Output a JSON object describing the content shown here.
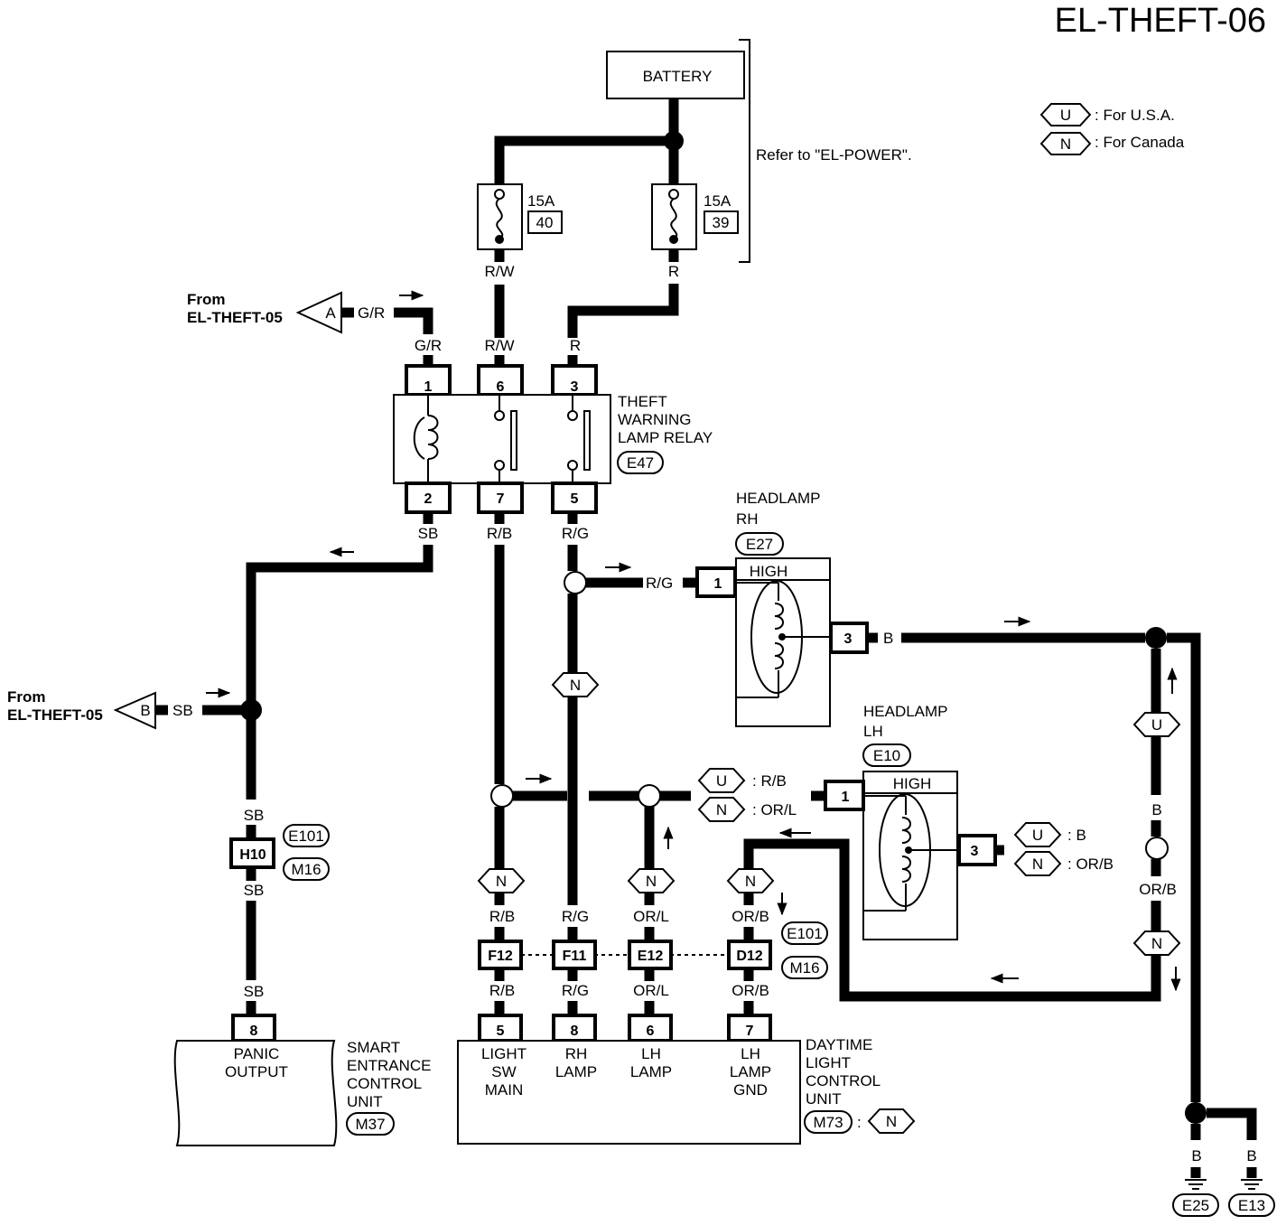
{
  "page_title": "EL-THEFT-06",
  "legend": [
    {
      "code": "U",
      "text": ": For U.S.A."
    },
    {
      "code": "N",
      "text": ": For Canada"
    }
  ],
  "battery": {
    "label": "BATTERY",
    "refer_note": "Refer to \"EL-POWER\".",
    "fuses": [
      {
        "rating": "15A",
        "number": "40",
        "wire": "R/W"
      },
      {
        "rating": "15A",
        "number": "39",
        "wire": "R"
      }
    ]
  },
  "from_a": {
    "line1": "From",
    "line2": "EL-THEFT-05",
    "connector": "A",
    "wire": "G/R"
  },
  "from_b": {
    "line1": "From",
    "line2": "EL-THEFT-05",
    "connector": "B",
    "wire": "SB"
  },
  "relay": {
    "lines": [
      "THEFT",
      "WARNING",
      "LAMP RELAY"
    ],
    "connector": "E47",
    "top_pins": [
      "1",
      "6",
      "3"
    ],
    "top_wires": [
      "G/R",
      "R/W",
      "R"
    ],
    "bottom_pins": [
      "2",
      "7",
      "5"
    ],
    "bottom_wires": [
      "SB",
      "R/B",
      "R/G"
    ]
  },
  "headlamp_rh": {
    "lines": [
      "HEADLAMP",
      "RH"
    ],
    "connector": "E27",
    "beam": "HIGH",
    "pin_in": "1",
    "pin_out": "3",
    "wire_in": "R/G",
    "wire_out": "B"
  },
  "headlamp_lh": {
    "lines": [
      "HEADLAMP",
      "LH"
    ],
    "connector": "E10",
    "beam": "HIGH",
    "pin_in": "1",
    "pin_out": "3",
    "usa_in": ": R/B",
    "can_in": ": OR/L",
    "usa_out": ": B",
    "can_out": ": OR/B"
  },
  "joint_h10": {
    "code": "H10",
    "conn_top": "E101",
    "conn_bottom": "M16",
    "wire_top": "SB",
    "wire_bottom": "SB"
  },
  "joint_row": {
    "codes": [
      "F12",
      "F11",
      "E12",
      "D12"
    ],
    "wires_above": [
      "R/B",
      "R/G",
      "OR/L",
      "OR/B"
    ],
    "wires_below": [
      "R/B",
      "R/G",
      "OR/L",
      "OR/B"
    ],
    "conn_top": "E101",
    "conn_bottom": "M16"
  },
  "smart_entrance": {
    "lines": [
      "SMART",
      "ENTRANCE",
      "CONTROL",
      "UNIT"
    ],
    "connector": "M37",
    "pin": "8",
    "wire": "SB",
    "terminal_lines": [
      "PANIC",
      "OUTPUT"
    ]
  },
  "dtl_unit": {
    "lines": [
      "DAYTIME",
      "LIGHT",
      "CONTROL",
      "UNIT"
    ],
    "connector": "M73",
    "market_prefix": ":",
    "market": "N",
    "pins": [
      "5",
      "8",
      "6",
      "7"
    ],
    "terminals": [
      [
        "LIGHT",
        "SW",
        "MAIN"
      ],
      [
        "RH",
        "LAMP"
      ],
      [
        "LH",
        "LAMP"
      ],
      [
        "LH",
        "LAMP",
        "GND"
      ]
    ]
  },
  "ground_branch": {
    "wire_upper": "B",
    "wire_lower": "OR/B",
    "market_upper": "U",
    "market_lower": "N"
  },
  "grounds": [
    {
      "wire": "B",
      "connector": "E25"
    },
    {
      "wire": "B",
      "connector": "E13"
    }
  ],
  "market_tags": {
    "u": "U",
    "n": "N"
  }
}
